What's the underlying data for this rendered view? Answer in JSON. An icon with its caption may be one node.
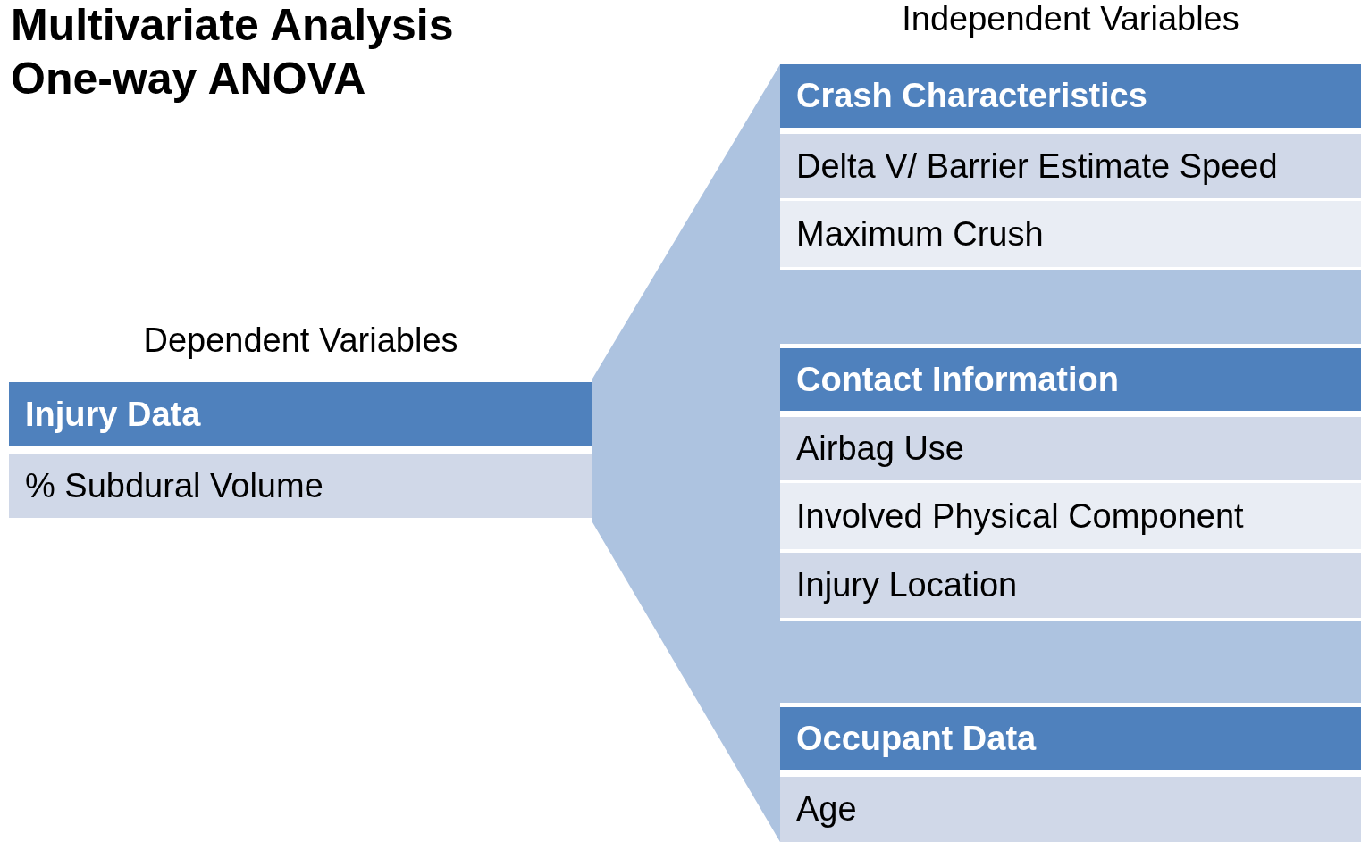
{
  "diagram": {
    "title": "Multivariate Analysis One-way ANOVA",
    "nodes": [
      {
        "text": [
          "Dependent Variables"
        ]
      },
      {
        "text": [
          "Injury Data"
        ],
        "in": 0
      },
      {
        "text": [
          "% Subdural Volume"
        ],
        "in": 0
      },
      {
        "text": [
          "Independent Variables"
        ]
      },
      {
        "text": [
          "Crash Characteristics"
        ],
        "in": 3
      },
      {
        "text": [
          "Delta V/ Barrier Estimate Speed"
        ],
        "in": 3
      },
      {
        "text": [
          "Maximum Crush"
        ],
        "in": 3
      },
      {
        "text": [],
        "shape": "bar",
        "in": 3
      },
      {
        "text": [
          "Contact Information"
        ],
        "in": 3
      },
      {
        "text": [
          "Airbag Use"
        ],
        "in": 3
      },
      {
        "text": [
          "Involved Physical Component"
        ],
        "in": 3
      },
      {
        "text": [
          "Injury Location"
        ],
        "in": 3
      },
      {
        "text": [],
        "shape": "bar",
        "in": 3
      },
      {
        "text": [
          "Occupant Data"
        ],
        "in": 3
      },
      {
        "text": [
          "Age"
        ],
        "in": 3
      }
    ],
    "edges": [
      {
        "from": 0,
        "to": 3,
        "arrow": "none"
      }
    ]
  }
}
